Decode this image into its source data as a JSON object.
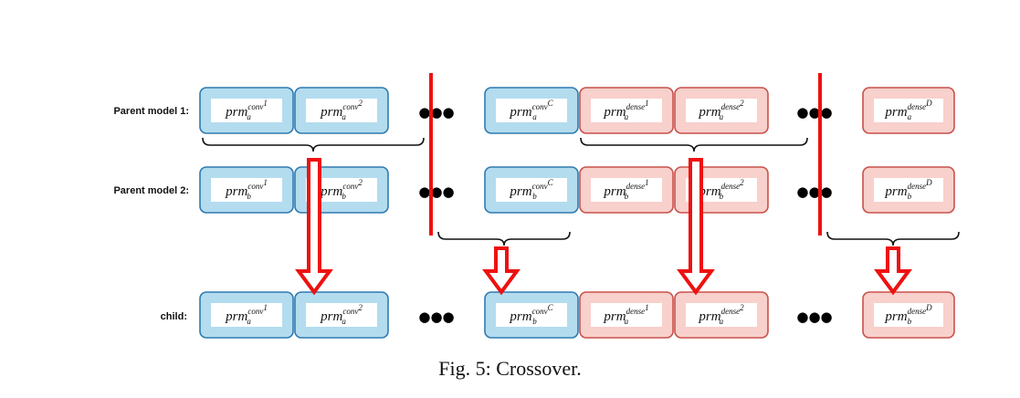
{
  "rows": [
    {
      "label": "Parent model 1:",
      "cells": [
        {
          "base": "prm",
          "sub": "a",
          "sup": "conv",
          "sup2": "1"
        },
        {
          "base": "prm",
          "sub": "a",
          "sup": "conv",
          "sup2": "2"
        },
        {
          "base": "prm",
          "sub": "a",
          "sup": "conv",
          "sup2": "C"
        },
        {
          "base": "prm",
          "sub": "a",
          "sup": "dense",
          "sup2": "1"
        },
        {
          "base": "prm",
          "sub": "a",
          "sup": "dense",
          "sup2": "2"
        },
        {
          "base": "prm",
          "sub": "a",
          "sup": "dense",
          "sup2": "D"
        }
      ]
    },
    {
      "label": "Parent model 2:",
      "cells": [
        {
          "base": "prm",
          "sub": "b",
          "sup": "conv",
          "sup2": "1"
        },
        {
          "base": "prm",
          "sub": "b",
          "sup": "conv",
          "sup2": "2"
        },
        {
          "base": "prm",
          "sub": "b",
          "sup": "conv",
          "sup2": "C"
        },
        {
          "base": "prm",
          "sub": "b",
          "sup": "dense",
          "sup2": "1"
        },
        {
          "base": "prm",
          "sub": "b",
          "sup": "dense",
          "sup2": "2"
        },
        {
          "base": "prm",
          "sub": "b",
          "sup": "dense",
          "sup2": "D"
        }
      ]
    },
    {
      "label": "child:",
      "cells": [
        {
          "base": "prm",
          "sub": "a",
          "sup": "conv",
          "sup2": "1"
        },
        {
          "base": "prm",
          "sub": "a",
          "sup": "conv",
          "sup2": "2"
        },
        {
          "base": "prm",
          "sub": "b",
          "sup": "conv",
          "sup2": "C"
        },
        {
          "base": "prm",
          "sub": "a",
          "sup": "dense",
          "sup2": "1"
        },
        {
          "base": "prm",
          "sub": "a",
          "sup": "dense",
          "sup2": "2"
        },
        {
          "base": "prm",
          "sub": "b",
          "sup": "dense",
          "sup2": "D"
        }
      ]
    }
  ],
  "ellipsis": "●●●",
  "caption": "Fig. 5: Crossover.",
  "colors": {
    "conv_fill": "#b3dcef",
    "conv_stroke": "#2f7ab0",
    "dense_fill": "#f8d0cc",
    "dense_stroke": "#c9514a",
    "cut_line": "#ee1111",
    "arrow": "#ee1111",
    "brace": "#111111"
  }
}
